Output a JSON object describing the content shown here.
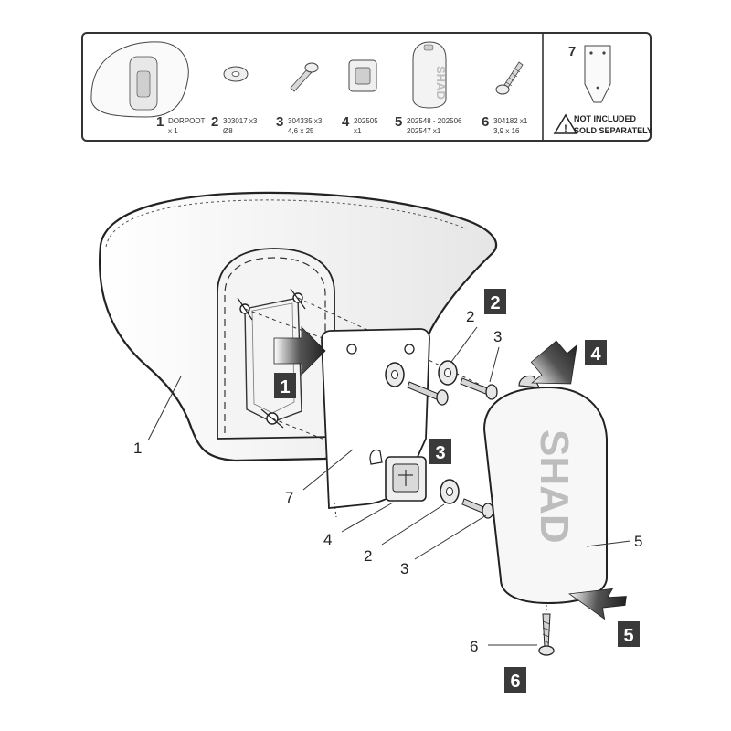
{
  "parts_list": {
    "items": [
      {
        "num": "1",
        "line1": "DORPOOT",
        "line2": "x 1"
      },
      {
        "num": "2",
        "line1": "303017 x3",
        "line2": "Ø8"
      },
      {
        "num": "3",
        "line1": "304335 x3",
        "line2": "4,6 x 25"
      },
      {
        "num": "4",
        "line1": "202505",
        "line2": "x1"
      },
      {
        "num": "5",
        "line1": "202548 - 202506",
        "line2": "202547   x1"
      },
      {
        "num": "6",
        "line1": "304182 x1",
        "line2": "3,9 x 16"
      }
    ],
    "not_included": {
      "num": "7",
      "line1": "NOT INCLUDED",
      "line2": "SOLD SEPARATELY"
    }
  },
  "brand": "SHAD",
  "callouts": {
    "c1": "1",
    "c7": "7",
    "c4": "4",
    "c2a": "2",
    "c3a": "3",
    "c2b": "2",
    "c3b": "3",
    "c5": "5",
    "c6": "6"
  },
  "steps": {
    "s1": "1",
    "s2": "2",
    "s3": "3",
    "s4": "4",
    "s5": "5",
    "s6": "6"
  },
  "colors": {
    "line": "#222222",
    "step_box": "#3a3a3a",
    "arrow": "#2b2b2b",
    "frame": "#333333"
  }
}
